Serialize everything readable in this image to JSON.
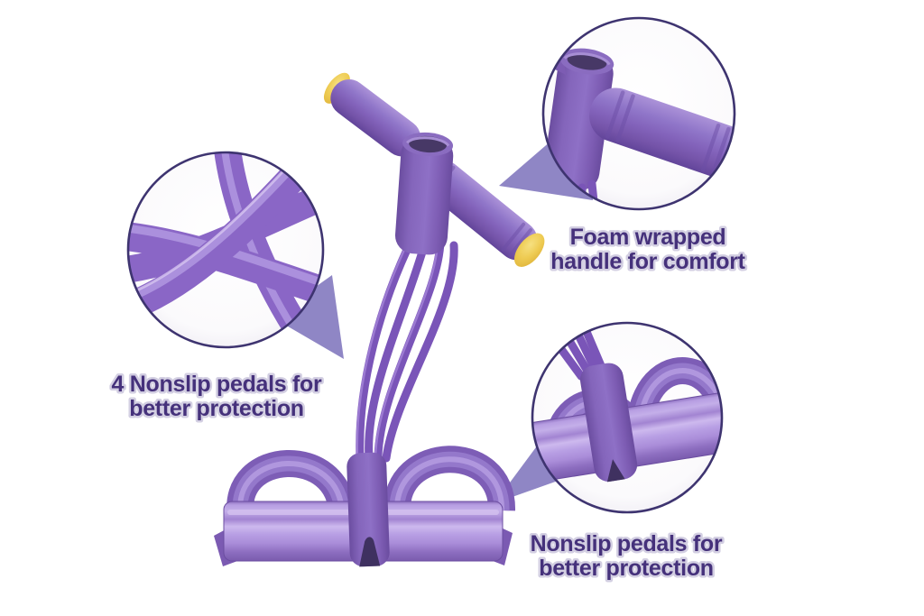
{
  "callouts": {
    "handle": {
      "line1": "Foam wrapped",
      "line2": "handle for comfort"
    },
    "pedals_count": {
      "line1": "4 Nonslip pedals for",
      "line2": "better protection"
    },
    "pedals_detail": {
      "line1": "Nonslip pedals for",
      "line2": "better protection"
    }
  },
  "colors": {
    "background": "#ffffff",
    "label_text": "#45317b",
    "label_outline": "#d3cfe2",
    "circle_border": "#3e3470",
    "pointer": "#8f86c5",
    "foam_purple": "#8a6ac2",
    "tube_purple": "#7a55b8",
    "pedal_lavender": "#a98ed9",
    "cap_yellow": "#ecc84e"
  }
}
